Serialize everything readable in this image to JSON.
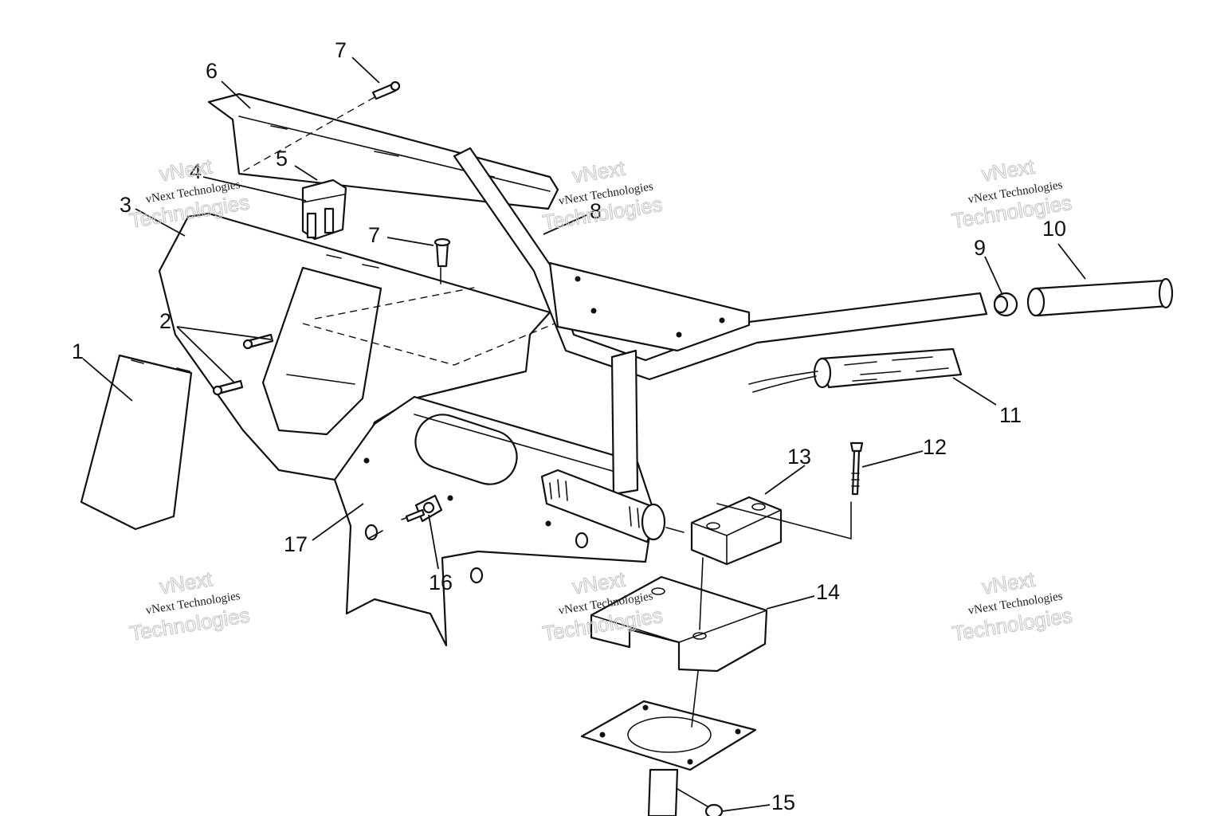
{
  "callouts": [
    {
      "id": "1",
      "label": "1"
    },
    {
      "id": "2",
      "label": "2"
    },
    {
      "id": "3",
      "label": "3"
    },
    {
      "id": "4",
      "label": "4"
    },
    {
      "id": "5",
      "label": "5"
    },
    {
      "id": "6",
      "label": "6"
    },
    {
      "id": "7a",
      "label": "7"
    },
    {
      "id": "7b",
      "label": "7"
    },
    {
      "id": "8",
      "label": "8"
    },
    {
      "id": "9",
      "label": "9"
    },
    {
      "id": "10",
      "label": "10"
    },
    {
      "id": "11",
      "label": "11"
    },
    {
      "id": "12",
      "label": "12"
    },
    {
      "id": "13",
      "label": "13"
    },
    {
      "id": "14",
      "label": "14"
    },
    {
      "id": "15",
      "label": "15"
    },
    {
      "id": "16",
      "label": "16"
    },
    {
      "id": "17",
      "label": "17"
    }
  ],
  "watermark": {
    "line_small": "vNext Technologies",
    "line_big_top": "vNext",
    "line_big_bottom": "Technologies"
  }
}
